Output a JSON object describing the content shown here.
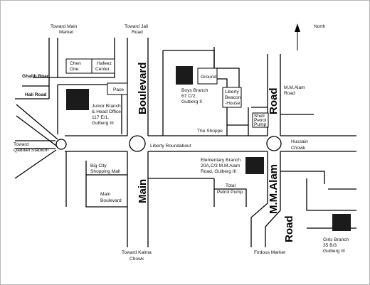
{
  "colors": {
    "ink": "#000000",
    "branch_fill": "#1b1b1b",
    "background": "#ffffff",
    "frame": "#b5b5b5"
  },
  "compass": {
    "label": "North",
    "icon": "north-arrow-icon"
  },
  "top_labels": {
    "toward_main_market": [
      "Toward Main",
      "Market"
    ],
    "toward_jail_road": [
      "Toward Jail",
      "Road"
    ]
  },
  "roads": {
    "ghalib_road": "Ghalib Road",
    "hali_road": "Hali Road",
    "boulevard": "Boulevard",
    "main": "Main",
    "road": "Road",
    "mm_alam": "M.M.Alam",
    "liberty_roundabout": "Liberty Roundabout",
    "toward_qaddafi": [
      "Toward",
      "Qaddafi Stadium"
    ],
    "hussain_chowk": [
      "Hussain",
      "Chowk"
    ],
    "main_boulevard": [
      "Main",
      "Boulevard"
    ],
    "toward_kalma": [
      "Toward Kalma",
      "Chowk"
    ],
    "firdous_market": "Firdous Market",
    "mm_alam_road": [
      "M.M.Alam",
      "Road"
    ]
  },
  "landmarks": {
    "chen_one": [
      "Chen",
      "One"
    ],
    "hafeez_center": [
      "Hafeez",
      "Center"
    ],
    "pace": "Pace",
    "ground": "Ground",
    "liberty_beacon_house": [
      "Liberty",
      "Beacon",
      "-House"
    ],
    "shell_petrol_pump": [
      "Shell",
      "Petrol",
      "Pump"
    ],
    "the_shoppe": "The Shoppe",
    "big_city_mall": [
      "Big City",
      "Shopping Mall"
    ],
    "total_petrol_pump": [
      "Total",
      "Petrol Pump"
    ]
  },
  "branches": {
    "junior": [
      "Junior Branch",
      "& Head Office",
      "117 E/1,",
      "Gulberg III"
    ],
    "boys": [
      "Boys Branch",
      "67 C/2,",
      "Gulberg II"
    ],
    "elementary": [
      "Elementary Branch",
      "20A,C/3 M.M.Alam",
      "Road, Gulberg III"
    ],
    "girls": [
      "Girls Branch",
      "35 B/3",
      "Gulberg III"
    ]
  }
}
